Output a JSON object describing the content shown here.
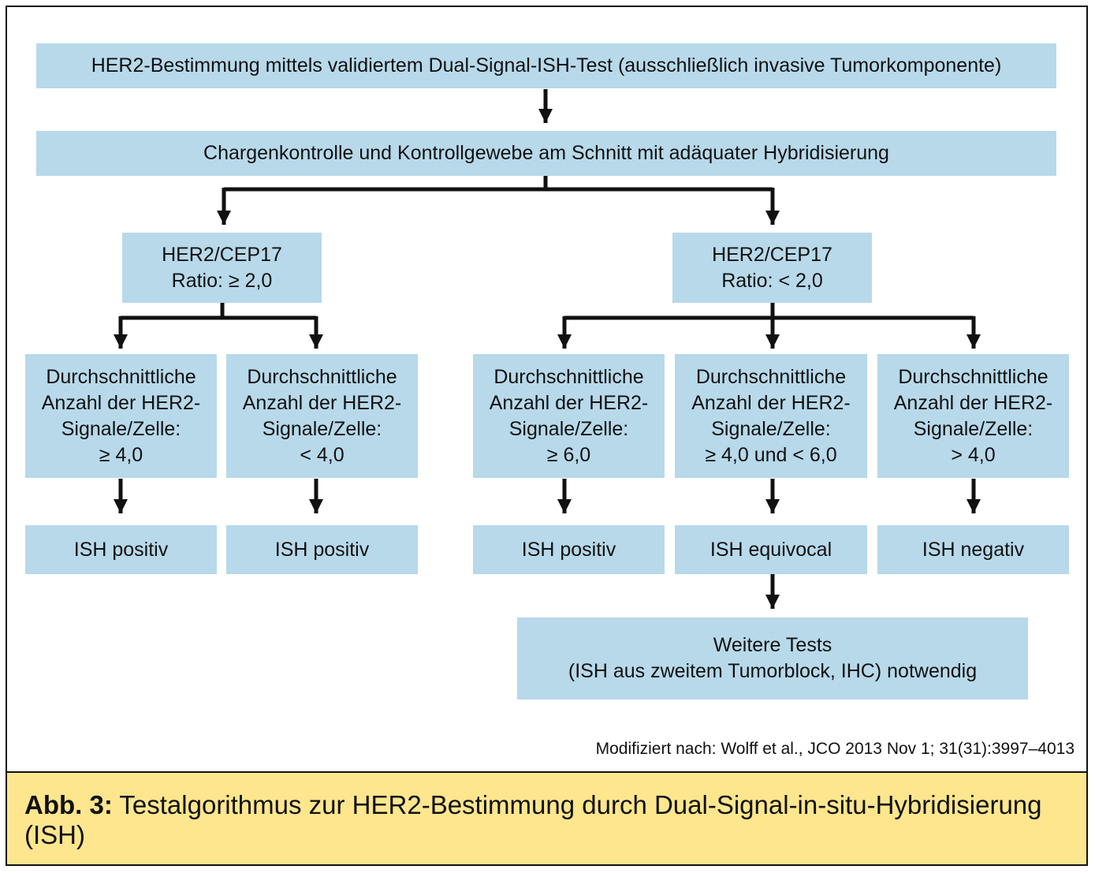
{
  "nodes": {
    "top": "HER2-Bestimmung mittels validiertem Dual-Signal-ISH-Test (ausschließlich invasive Tumorkomponente)",
    "control": "Chargenkontrolle und Kontrollgewebe am Schnitt mit adäquater Hybridisierung",
    "ratio_high": "HER2/CEP17\nRatio: ≥ 2,0",
    "ratio_low": "HER2/CEP17\nRatio: < 2,0",
    "signal_a": "Durchschnittliche\nAnzahl der HER2-\nSignale/Zelle:\n≥ 4,0",
    "signal_b": "Durchschnittliche\nAnzahl der HER2-\nSignale/Zelle:\n< 4,0",
    "signal_c": "Durchschnittliche\nAnzahl der HER2-\nSignale/Zelle:\n≥ 6,0",
    "signal_d": "Durchschnittliche\nAnzahl der HER2-\nSignale/Zelle:\n≥ 4,0 und < 6,0",
    "signal_e": "Durchschnittliche\nAnzahl der HER2-\nSignale/Zelle:\n> 4,0",
    "result_a": "ISH positiv",
    "result_b": "ISH positiv",
    "result_c": "ISH positiv",
    "result_d": "ISH equivocal",
    "result_e": "ISH negativ",
    "further": "Weitere Tests\n(ISH aus zweitem Tumorblock, IHC) notwendig"
  },
  "source": "Modifiziert nach: Wolff et al., JCO 2013 Nov 1; 31(31):3997–4013",
  "caption": {
    "label": "Abb. 3:",
    "text": " Testalgorithmus zur HER2-Bestimmung durch Dual-Signal-in-situ-Hybridisierung (ISH)"
  },
  "colors": {
    "box_fill": "#b7d9ea",
    "caption_fill": "#fde68e",
    "line": "#111111"
  }
}
